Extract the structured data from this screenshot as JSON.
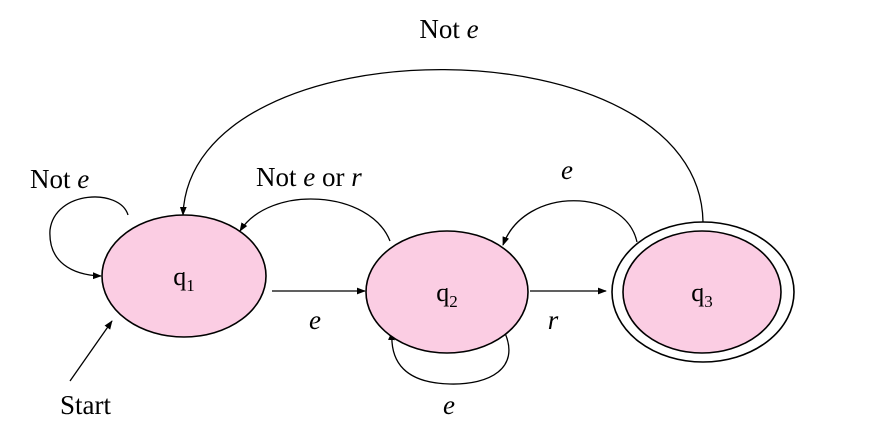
{
  "states": [
    {
      "id": "q1",
      "base": "q",
      "sub": "1",
      "accepting": false,
      "start": true
    },
    {
      "id": "q2",
      "base": "q",
      "sub": "2",
      "accepting": false,
      "start": false
    },
    {
      "id": "q3",
      "base": "q",
      "sub": "3",
      "accepting": true,
      "start": false
    }
  ],
  "colors": {
    "state_fill": "#fbcde3",
    "stroke": "#000000",
    "background": "#ffffff"
  },
  "start_label": "Start",
  "transitions": [
    {
      "from": "q1",
      "to": "q1",
      "label": {
        "prefix": "Not ",
        "symbol": "e",
        "middle": "",
        "symbol2": ""
      }
    },
    {
      "from": "q1",
      "to": "q2",
      "label": {
        "prefix": "",
        "symbol": "e",
        "middle": "",
        "symbol2": ""
      }
    },
    {
      "from": "q2",
      "to": "q1",
      "label": {
        "prefix": "Not ",
        "symbol": "e",
        "middle": " or ",
        "symbol2": "r"
      }
    },
    {
      "from": "q2",
      "to": "q2",
      "label": {
        "prefix": "",
        "symbol": "e",
        "middle": "",
        "symbol2": ""
      }
    },
    {
      "from": "q2",
      "to": "q3",
      "label": {
        "prefix": "",
        "symbol": "r",
        "middle": "",
        "symbol2": ""
      }
    },
    {
      "from": "q3",
      "to": "q2",
      "label": {
        "prefix": "",
        "symbol": "e",
        "middle": "",
        "symbol2": ""
      }
    },
    {
      "from": "q3",
      "to": "q1",
      "label": {
        "prefix": "Not ",
        "symbol": "e",
        "middle": "",
        "symbol2": ""
      }
    }
  ]
}
